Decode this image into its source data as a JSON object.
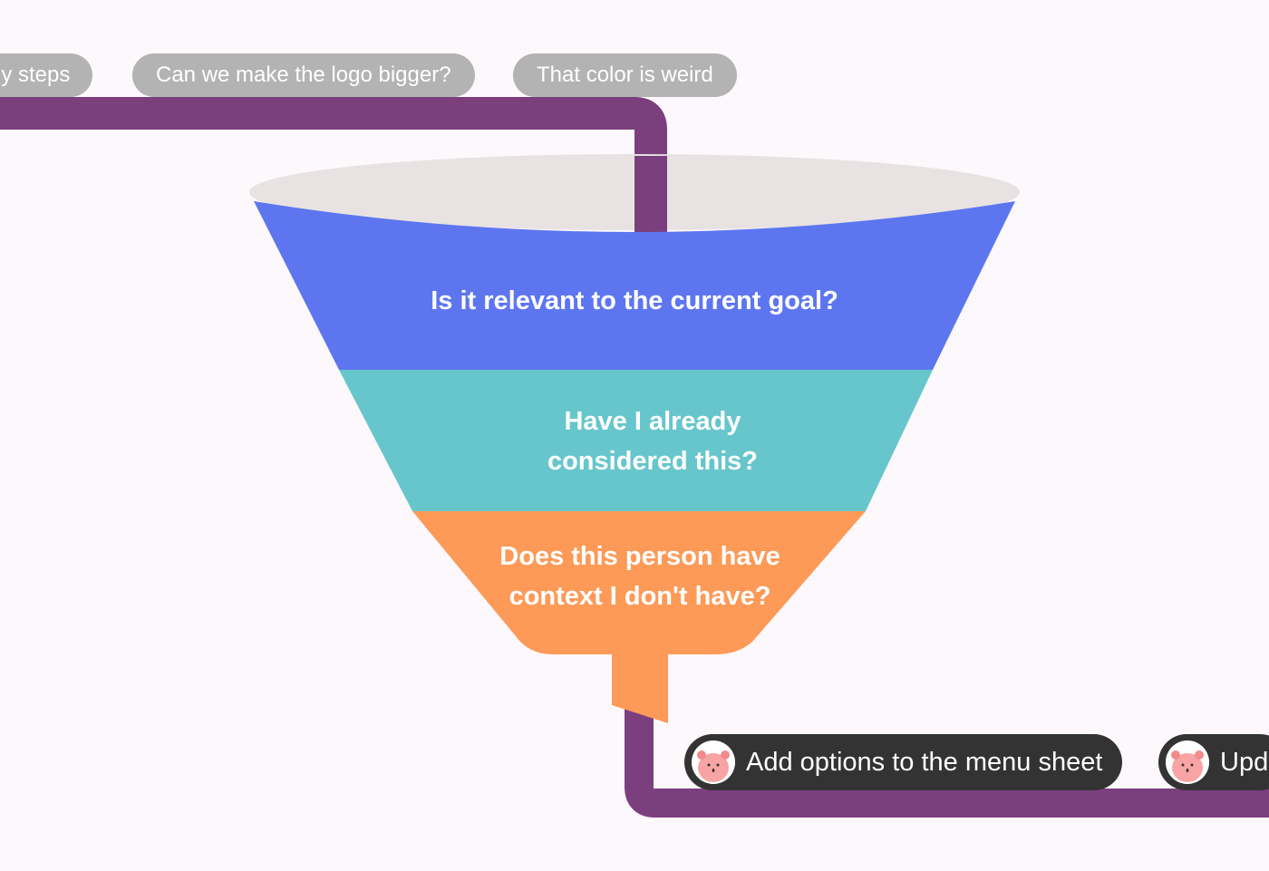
{
  "colors": {
    "background": "#fcf8fc",
    "pipe": "#7b3f7e",
    "funnel_rim": "#e8e3e2",
    "stage1": "#5d76f0",
    "stage2": "#66c6cc",
    "stage3": "#fd9a58",
    "feedback_pill": "#b3b3b3",
    "task_pill": "#333333",
    "avatar_face": "#f8a4a4"
  },
  "feedback": [
    {
      "label": "ny steps"
    },
    {
      "label": "Can we make the logo bigger?"
    },
    {
      "label": "That color is weird"
    }
  ],
  "funnel": {
    "stages": [
      {
        "lines": [
          "Is it relevant to the current goal?"
        ]
      },
      {
        "lines": [
          "Have I already",
          "considered this?"
        ]
      },
      {
        "lines": [
          "Does this person have",
          "context I don't have?"
        ]
      }
    ]
  },
  "tasks": [
    {
      "label": "Add options to the menu sheet",
      "icon": "avatar-icon"
    },
    {
      "label": "Upd",
      "icon": "avatar-icon"
    }
  ]
}
